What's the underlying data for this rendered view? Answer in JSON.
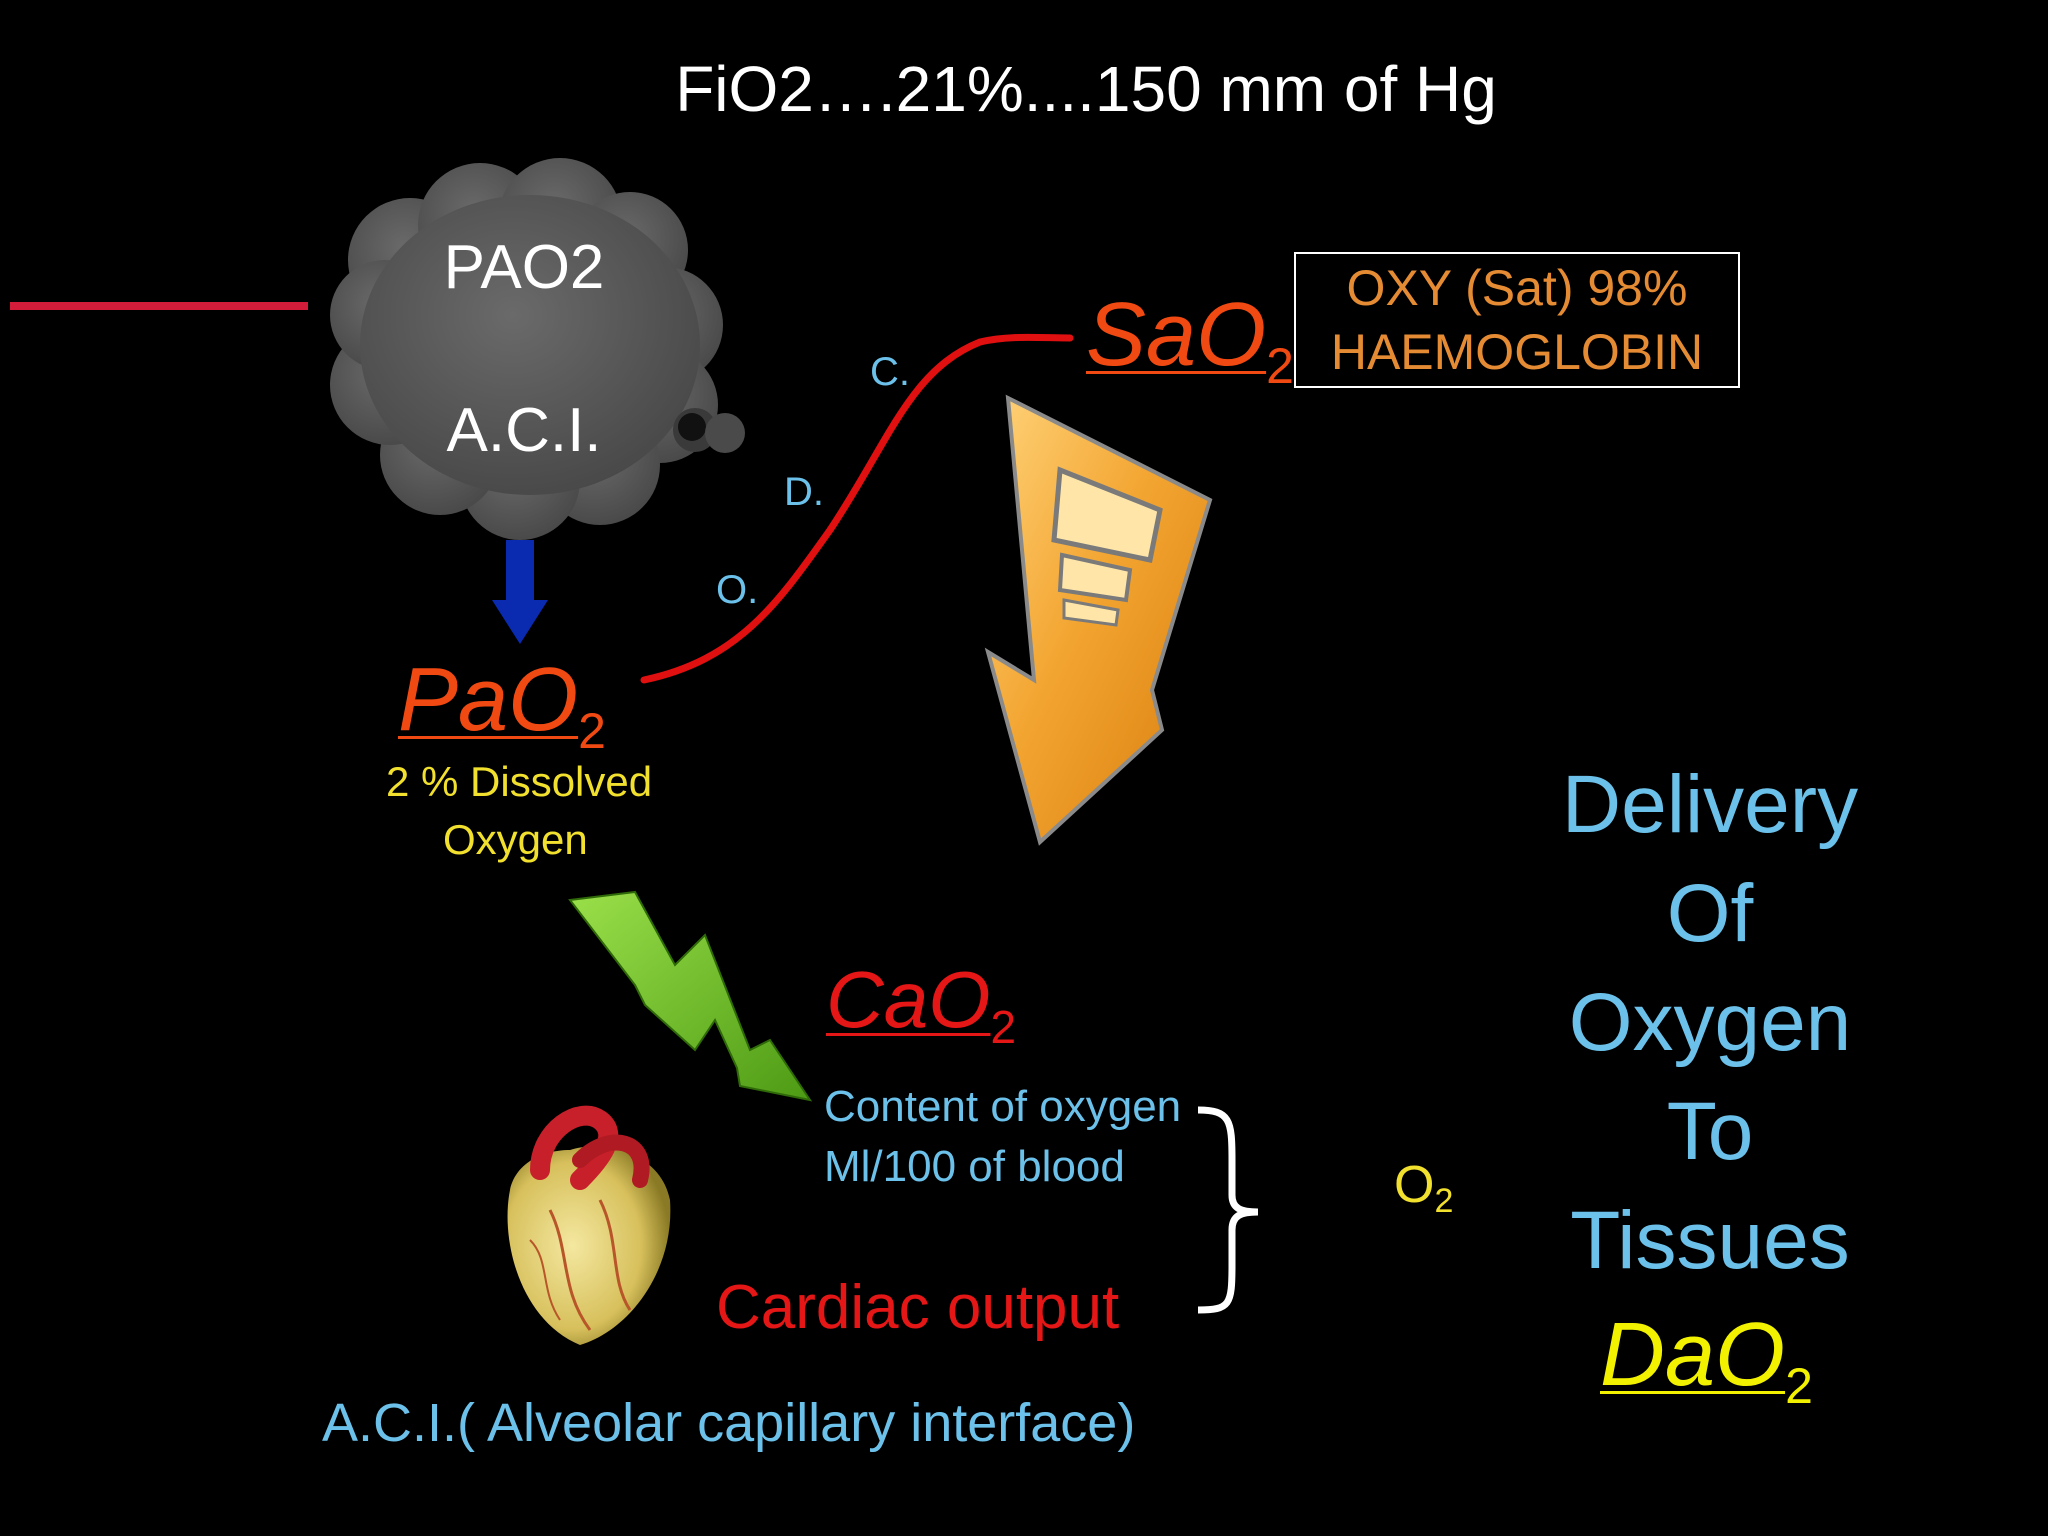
{
  "title": "FiO2….21%....150 mm of Hg",
  "cloud": {
    "line1": "PAO2",
    "line2": "A.C.I."
  },
  "pao2": {
    "main": "PaO",
    "sub": "2",
    "desc_line1": "2 % Dissolved",
    "desc_line2": "Oxygen"
  },
  "curve_labels": {
    "c": "C.",
    "d": "D.",
    "o": "O."
  },
  "sao2": {
    "main": "SaO",
    "sub": "2"
  },
  "sat_box": {
    "line1": "OXY (Sat) 98%",
    "line2": "HAEMOGLOBIN"
  },
  "cao2": {
    "main": "CaO",
    "sub": "2",
    "desc_line1": "Content of oxygen",
    "desc_line2": "Ml/100 of blood"
  },
  "cardiac_output": "Cardiac output",
  "o2": {
    "main": "O",
    "sub": "2"
  },
  "delivery": {
    "line1": "Delivery",
    "line2": "Of",
    "line3": "Oxygen",
    "line4": "To",
    "line5": "Tissues"
  },
  "dao2": {
    "main": "DaO",
    "sub": "2"
  },
  "aci_caption": "A.C.I.( Alveolar capillary interface)",
  "colors": {
    "background": "#000000",
    "red": "#e51616",
    "orange_red": "#f04a12",
    "yellow": "#f2e02e",
    "light_blue": "#6cc1ea",
    "orange": "#e58b33",
    "cloud_gray": "#5a5a5a",
    "arrow_blue": "#0a2bb0",
    "arrow_green": "#6bbf1f"
  }
}
